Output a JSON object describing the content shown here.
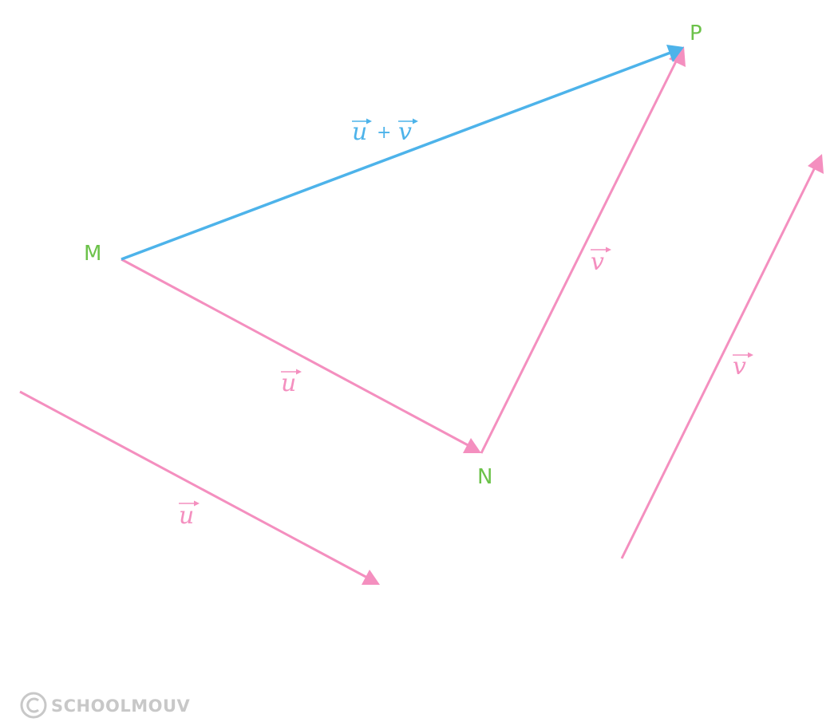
{
  "colors": {
    "point": "#6cc24a",
    "sum_vector": "#4db3ea",
    "vector": "#f48fbf",
    "logo": "#c8c8c8"
  },
  "points": {
    "M": "M",
    "N": "N",
    "P": "P"
  },
  "vectors": {
    "u": "u",
    "v": "v",
    "plus": "+"
  },
  "logo": {
    "text": "SCHOOLMOUV"
  }
}
